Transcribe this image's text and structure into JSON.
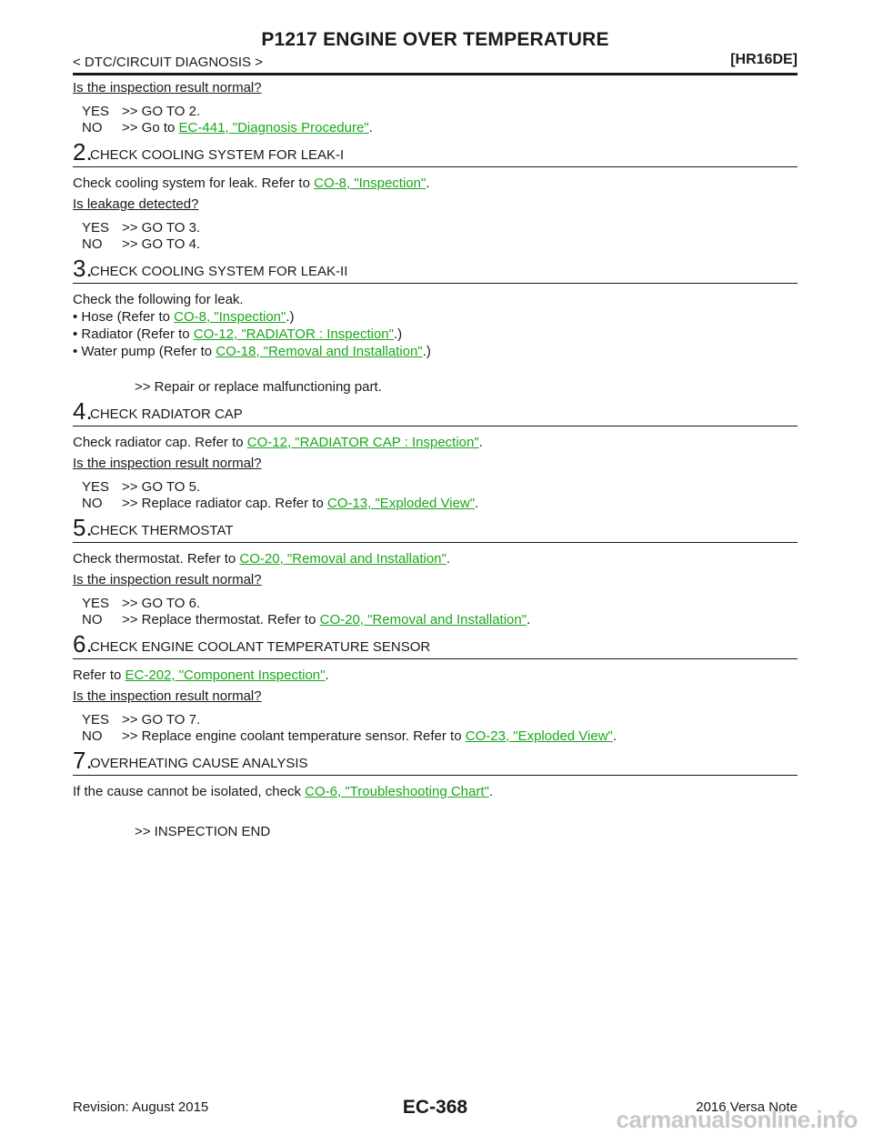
{
  "header": {
    "title": "P1217 ENGINE OVER TEMPERATURE",
    "breadcrumb": "< DTC/CIRCUIT DIAGNOSIS >",
    "model": "[HR16DE]"
  },
  "intro": {
    "question": "Is the inspection result normal?",
    "yes": {
      "key": "YES",
      "text": ">> GO TO 2."
    },
    "no": {
      "key": "NO",
      "text": ">> Go to ",
      "link": "EC-441, \"Diagnosis Procedure\"",
      "after": "."
    }
  },
  "steps": [
    {
      "num": "2.",
      "title": "CHECK COOLING SYSTEM FOR LEAK-I",
      "para": {
        "before": "Check cooling system for leak. Refer to ",
        "link": "CO-8, \"Inspection\"",
        "after": "."
      },
      "question": "Is leakage detected?",
      "yes": {
        "key": "YES",
        "text": ">> GO TO 3."
      },
      "no": {
        "key": "NO",
        "text": ">> GO TO 4."
      }
    },
    {
      "num": "3.",
      "title": "CHECK COOLING SYSTEM FOR LEAK-II",
      "para_text": "Check the following for leak.",
      "bullets": [
        {
          "before": "• Hose (Refer to ",
          "link": "CO-8, \"Inspection\"",
          "after": ".)"
        },
        {
          "before": "• Radiator (Refer to ",
          "link": "CO-12, \"RADIATOR : Inspection\"",
          "after": ".)"
        },
        {
          "before": "• Water pump (Refer to ",
          "link": "CO-18, \"Removal and Installation\"",
          "after": ".)"
        }
      ],
      "result": ">> Repair or replace malfunctioning part."
    },
    {
      "num": "4.",
      "title": "CHECK RADIATOR CAP",
      "para": {
        "before": "Check radiator cap. Refer to ",
        "link": "CO-12, \"RADIATOR CAP : Inspection\"",
        "after": "."
      },
      "question": "Is the inspection result normal?",
      "yes": {
        "key": "YES",
        "text": ">> GO TO 5."
      },
      "no": {
        "key": "NO",
        "text": ">> Replace radiator cap. Refer to ",
        "link": "CO-13, \"Exploded View\"",
        "after": "."
      }
    },
    {
      "num": "5.",
      "title": "CHECK THERMOSTAT",
      "para": {
        "before": "Check thermostat. Refer to ",
        "link": "CO-20, \"Removal and Installation\"",
        "after": "."
      },
      "question": "Is the inspection result normal?",
      "yes": {
        "key": "YES",
        "text": ">> GO TO 6."
      },
      "no": {
        "key": "NO",
        "text": ">> Replace thermostat. Refer to ",
        "link": "CO-20, \"Removal and Installation\"",
        "after": "."
      }
    },
    {
      "num": "6.",
      "title": "CHECK ENGINE COOLANT TEMPERATURE SENSOR",
      "para": {
        "before": "Refer to ",
        "link": "EC-202, \"Component Inspection\"",
        "after": "."
      },
      "question": "Is the inspection result normal?",
      "yes": {
        "key": "YES",
        "text": ">> GO TO 7."
      },
      "no": {
        "key": "NO",
        "text": ">> Replace engine coolant temperature sensor. Refer to ",
        "link": "CO-23, \"Exploded View\"",
        "after": "."
      }
    },
    {
      "num": "7.",
      "title": "OVERHEATING CAUSE ANALYSIS",
      "para": {
        "before": "If the cause cannot be isolated, check ",
        "link": "CO-6, \"Troubleshooting Chart\"",
        "after": "."
      },
      "result": ">> INSPECTION END"
    }
  ],
  "footer": {
    "revision": "Revision: August 2015",
    "page": "EC-368",
    "product": "2016 Versa Note",
    "watermark": "carmanualsonline.info"
  },
  "colors": {
    "link": "#1aa71a",
    "text": "#1a1a1a"
  }
}
